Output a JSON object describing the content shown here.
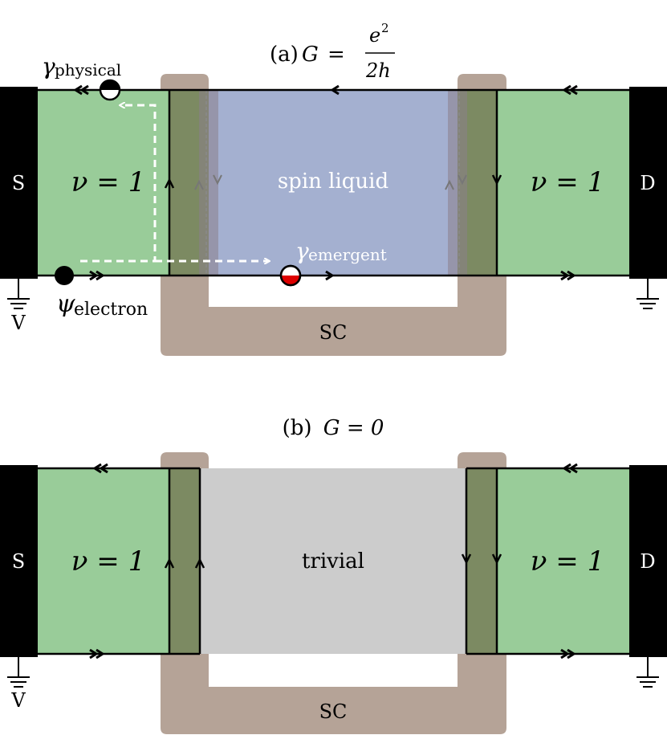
{
  "panel_a": {
    "label": "(a)",
    "conductance_symbol": "G",
    "equals": "=",
    "fraction_numerator": "e",
    "numerator_exponent": "2",
    "fraction_denominator": "2h",
    "source_label": "S",
    "drain_label": "D",
    "left_filling": "ν = 1",
    "right_filling": "ν = 1",
    "center_region": "spin liquid",
    "sc_label": "SC",
    "voltage_label": "V",
    "gamma_physical_symbol": "γ",
    "gamma_physical_sub": "physical",
    "gamma_emergent_symbol": "γ",
    "gamma_emergent_sub": "emergent",
    "psi_symbol": "ψ",
    "psi_sub": "electron"
  },
  "panel_b": {
    "label": "(b)",
    "conductance": "G = 0",
    "source_label": "S",
    "drain_label": "D",
    "left_filling": "ν = 1",
    "right_filling": "ν = 1",
    "center_region": "trivial",
    "sc_label": "SC",
    "voltage_label": "V"
  },
  "colors": {
    "qh_green": "#99cc99",
    "spin_liquid_blue": "#a4b0d0",
    "trivial_gray": "#cccccc",
    "superconductor_brown": "#b5a397",
    "overlap_olive": "#7c8a62",
    "lead_black": "#000000",
    "electron_marker": "#000000",
    "emergent_marker_red": "#dd0000"
  }
}
